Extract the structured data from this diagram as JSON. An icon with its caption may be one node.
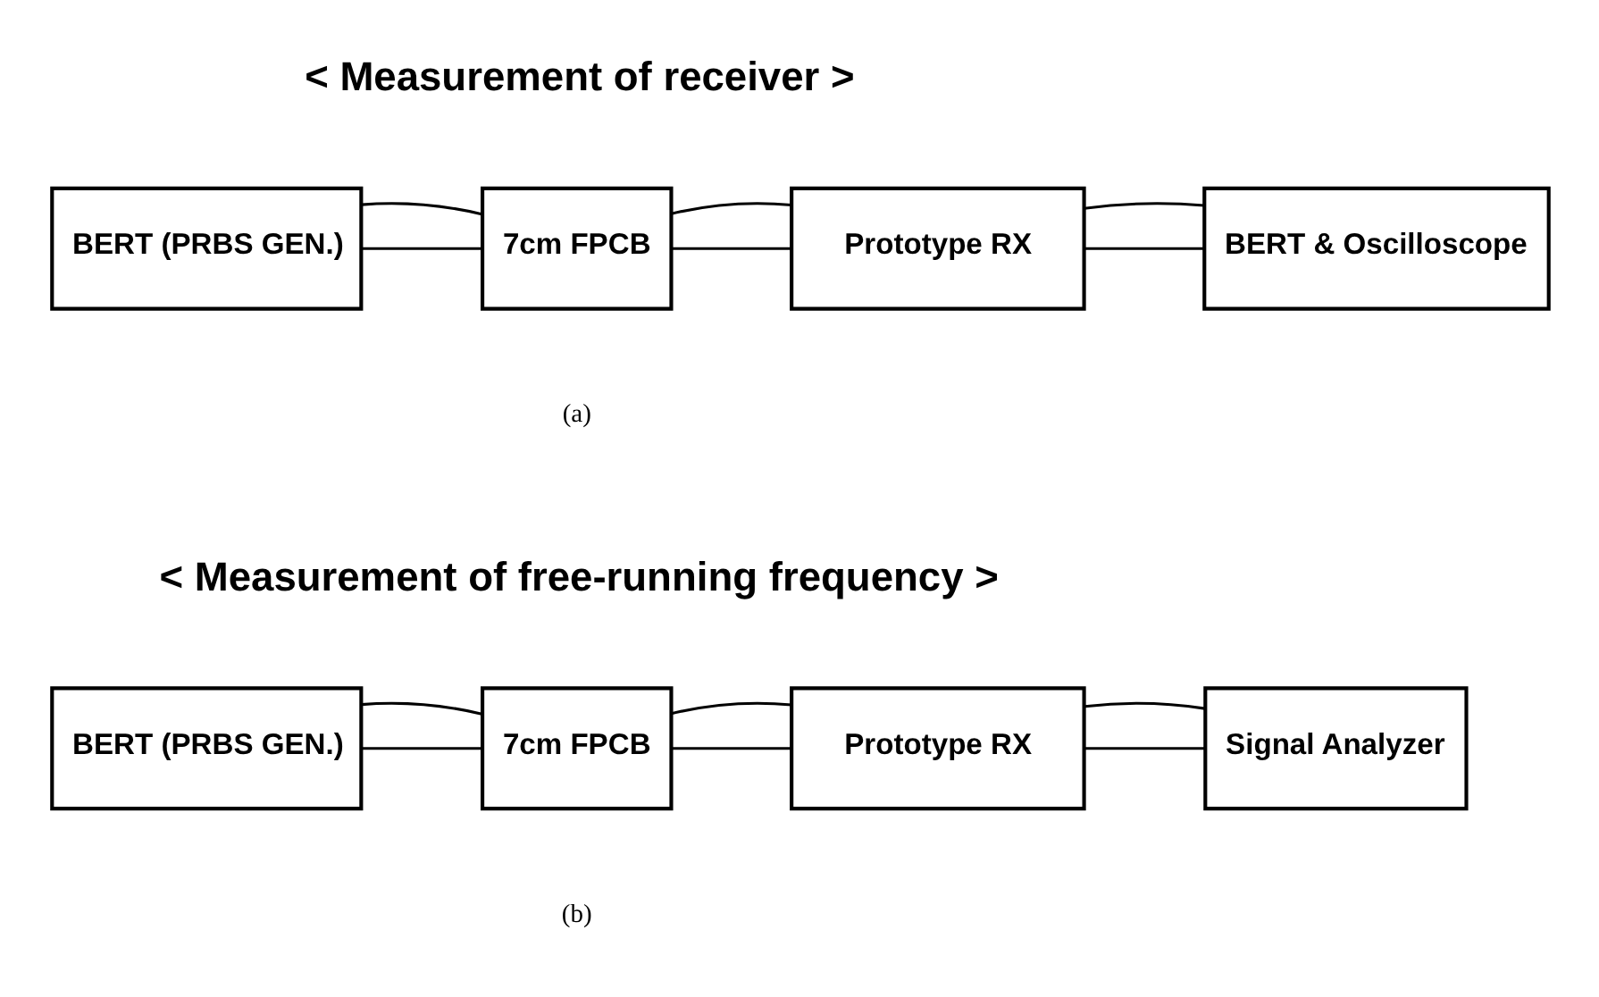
{
  "diagram": {
    "nodes": [
      {
        "text": [
          "BERT (PRBS GEN.)"
        ]
      },
      {
        "text": [
          "7cm FPCB"
        ]
      },
      {
        "text": [
          "Prototype RX"
        ]
      },
      {
        "text": [
          "BERT & Oscilloscope"
        ]
      },
      {
        "text": [
          "BERT (PRBS GEN.)"
        ]
      },
      {
        "text": [
          "7cm FPCB"
        ]
      },
      {
        "text": [
          "Prototype RX"
        ]
      },
      {
        "text": [
          "Signal Analyzer"
        ]
      }
    ],
    "edges": [
      {
        "from": 0,
        "to": 1,
        "arrow": "none"
      },
      {
        "from": 0,
        "to": 1,
        "arrow": "none"
      },
      {
        "from": 1,
        "to": 2,
        "arrow": "none"
      },
      {
        "from": 1,
        "to": 2,
        "arrow": "none"
      },
      {
        "from": 2,
        "to": 3,
        "arrow": "none"
      },
      {
        "from": 2,
        "to": 3,
        "arrow": "none"
      },
      {
        "from": 4,
        "to": 5,
        "arrow": "none"
      },
      {
        "from": 4,
        "to": 5,
        "arrow": "none"
      },
      {
        "from": 5,
        "to": 6,
        "arrow": "none"
      },
      {
        "from": 5,
        "to": 6,
        "arrow": "none"
      },
      {
        "from": 6,
        "to": 7,
        "arrow": "none"
      },
      {
        "from": 6,
        "to": 7,
        "arrow": "none"
      }
    ],
    "labels": [
      "< Measurement of receiver >",
      "(a)",
      "< Measurement of free-running frequency >",
      "(b)"
    ]
  }
}
